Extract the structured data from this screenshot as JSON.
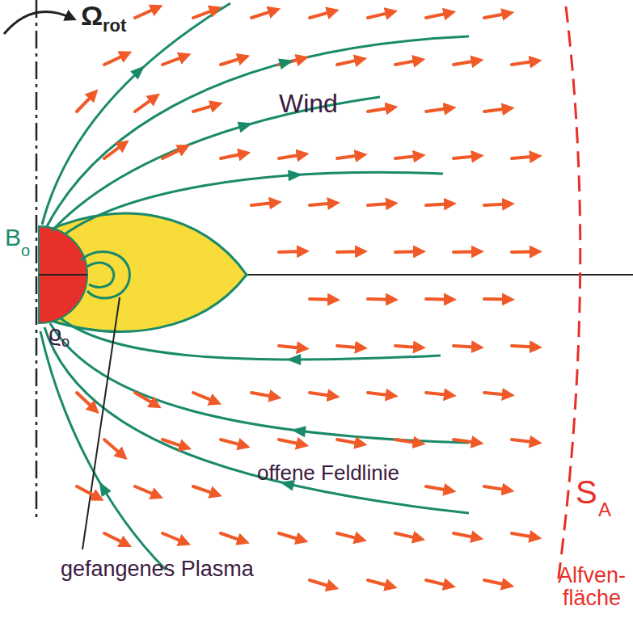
{
  "diagram": {
    "labels": [
      "Ω",
      "rot",
      "Wind",
      "B",
      "o",
      "ϱ",
      "o",
      "offene Feldlinie",
      "gefangenes Plasma",
      "S",
      "A",
      "Alfven- fläche"
    ]
  }
}
